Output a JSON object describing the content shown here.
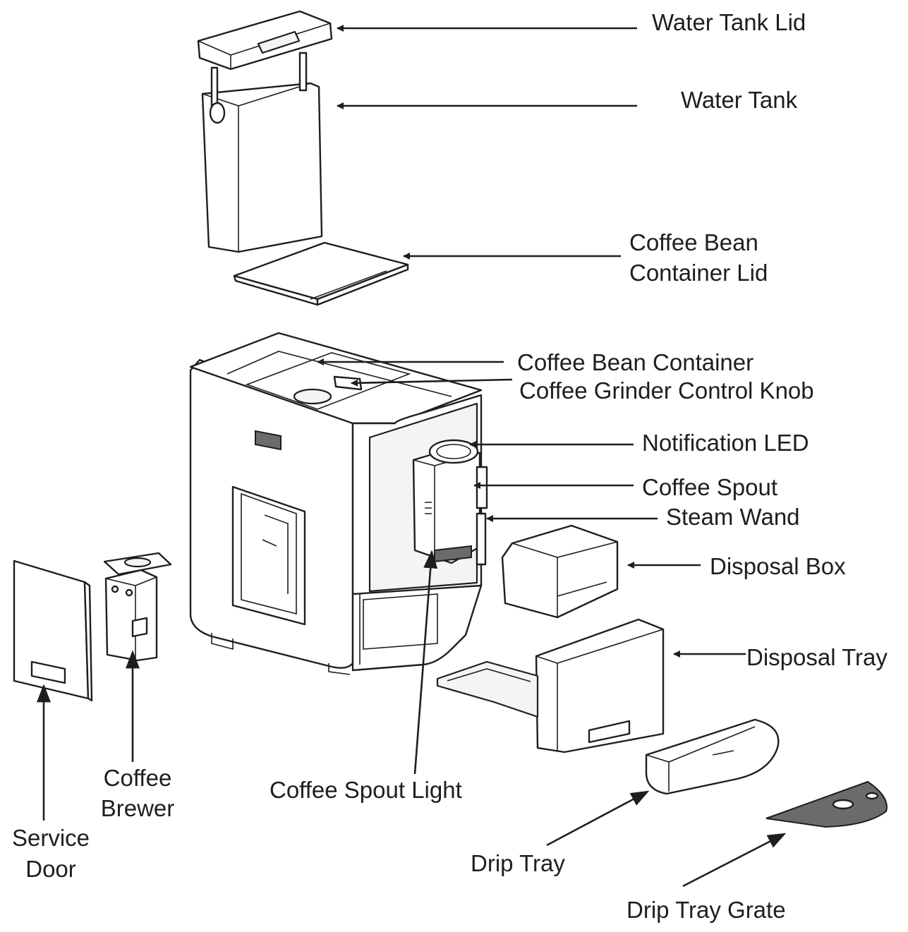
{
  "labels": {
    "water_tank_lid": "Water Tank Lid",
    "water_tank": "Water Tank",
    "coffee_bean_container_lid_1": "Coffee Bean",
    "coffee_bean_container_lid_2": "Container Lid",
    "coffee_bean_container": "Coffee Bean Container",
    "coffee_grinder_control_knob": "Coffee Grinder Control Knob",
    "notification_led": "Notification LED",
    "coffee_spout": "Coffee Spout",
    "steam_wand": "Steam Wand",
    "disposal_box": "Disposal Box",
    "disposal_tray": "Disposal Tray",
    "coffee_spout_light": "Coffee Spout Light",
    "coffee_brewer_1": "Coffee",
    "coffee_brewer_2": "Brewer",
    "service_door_1": "Service",
    "service_door_2": "Door",
    "drip_tray": "Drip Tray",
    "drip_tray_grate": "Drip Tray Grate"
  },
  "colors": {
    "line": "#1e1e1e",
    "background": "#ffffff",
    "grate": "#6b6b6b"
  }
}
